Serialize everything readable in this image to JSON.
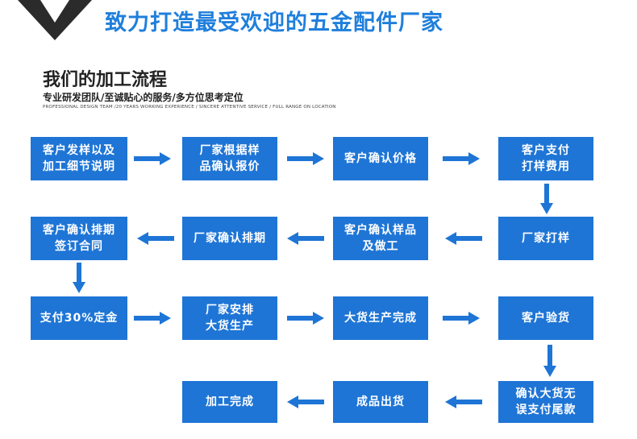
{
  "banner": {
    "title": "致力打造最受欢迎的五金配件厂家"
  },
  "section": {
    "title": "我们的加工流程",
    "subtitle": "专业研发团队/至诚贴心的服务/多方位思考定位",
    "tagline": "PROFESSIONAL DESIGN TEAM /20 YEARS WORKING EXPERIENCE / SINCERE ATTENTIVE SERVICE / FULL RANGE ON LOCATION"
  },
  "colors": {
    "accent": "#1e75d6",
    "banner_text": "#1f7fdc",
    "chevron": "#2b2b2b"
  },
  "steps": [
    {
      "label": "客户发样以及\n加工细节说明"
    },
    {
      "label": "厂家根据样\n品确认报价"
    },
    {
      "label": "客户确认价格"
    },
    {
      "label": "客户支付\n打样费用"
    },
    {
      "label": "厂家打样"
    },
    {
      "label": "客户确认样品\n及做工"
    },
    {
      "label": "厂家确认排期"
    },
    {
      "label": "客户确认排期\n签订合同"
    },
    {
      "label": "支付30%定金"
    },
    {
      "label": "厂家安排\n大货生产"
    },
    {
      "label": "大货生产完成"
    },
    {
      "label": "客户验货"
    },
    {
      "label": "确认大货无\n误支付尾款"
    },
    {
      "label": "成品出货"
    },
    {
      "label": "加工完成"
    }
  ]
}
